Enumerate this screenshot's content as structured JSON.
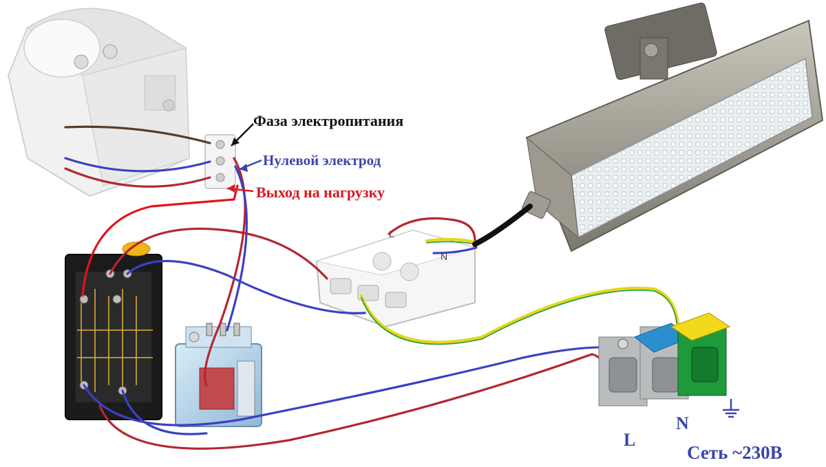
{
  "labels": {
    "phase": "Фаза электропитания",
    "neutral": "Нулевой электрод",
    "output": "Выход на нагрузку",
    "terminal_l": "L",
    "terminal_n": "N",
    "network": "Сеть ~230В"
  },
  "clamp": {
    "l": "L",
    "n": "N"
  },
  "colors": {
    "phase_text": "#111111",
    "neutral_text": "#3a46a8",
    "output_text": "#d41c24",
    "wire_red": "#b32630",
    "wire_bright_red": "#e2131b",
    "wire_blue": "#3b40c4",
    "wire_brown": "#5a3a2e",
    "wire_green": "#2aa23c",
    "wire_yellow": "#e8d51c",
    "terminal_grey": "#b9bcbd",
    "terminal_blue": "#2b8fcf",
    "terminal_green": "#1e9a3a",
    "terminal_yellow": "#f2d91a"
  },
  "icons": [
    "ground-icon",
    "arrow-icon"
  ]
}
